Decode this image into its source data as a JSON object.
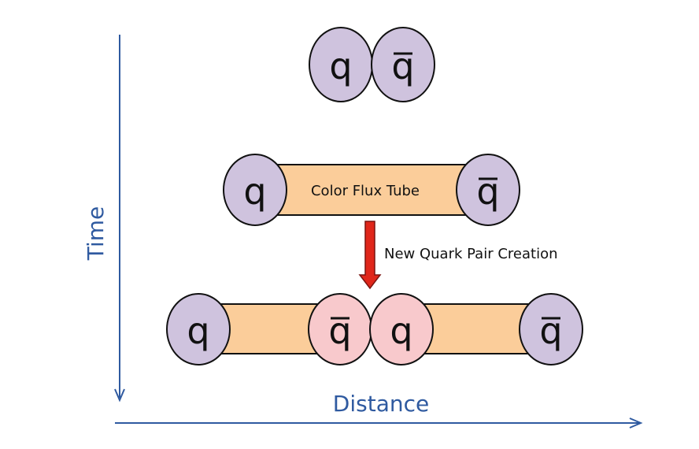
{
  "diagram": {
    "colors": {
      "axis": "#2f5aa0",
      "quark_fill": "#cfc3de",
      "quark_pair_fill": "#f8c9cc",
      "tube_fill": "#fbcd9a",
      "outline": "#111111",
      "arrow_fill": "#e0261a",
      "arrow_outline": "#7a1410"
    },
    "axes": {
      "time_label": "Time",
      "distance_label": "Distance"
    },
    "row1": {
      "quark": "q",
      "antiquark": "q"
    },
    "row2": {
      "quark": "q",
      "tube_label": "Color Flux Tube",
      "antiquark": "q"
    },
    "transition": {
      "label": "New Quark Pair Creation"
    },
    "row3": {
      "quark_left": "q",
      "antiquark_new": "q",
      "quark_new": "q",
      "antiquark_right": "q"
    }
  }
}
